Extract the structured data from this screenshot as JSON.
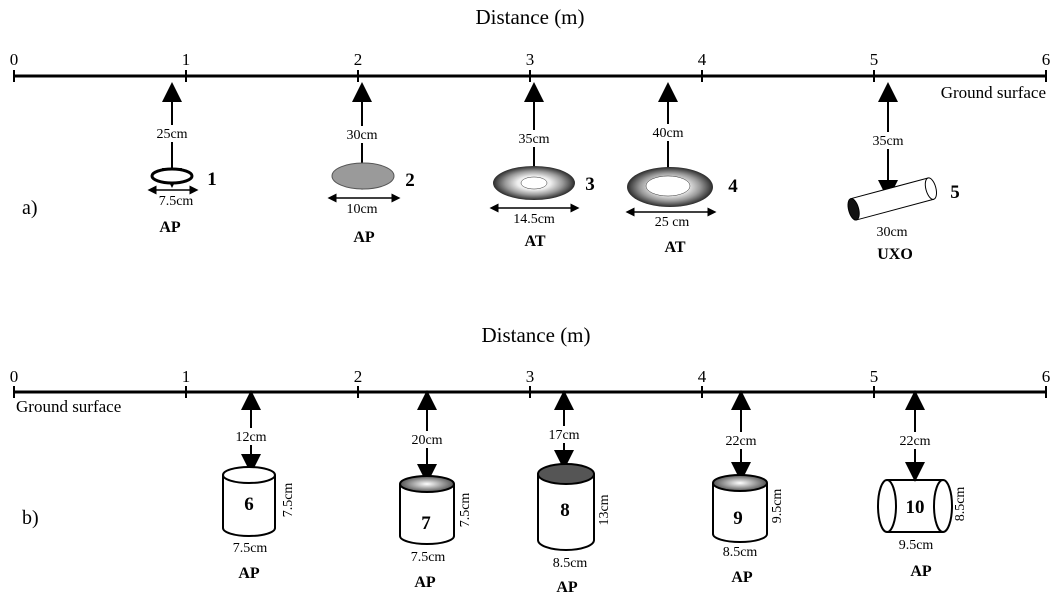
{
  "panels": [
    {
      "label": "a)",
      "title": "Distance (m)",
      "ticks": [
        "0",
        "1",
        "2",
        "3",
        "4",
        "5",
        "6"
      ],
      "ground_label": "Ground surface",
      "objects": [
        {
          "id": "1",
          "depth": "25cm",
          "size": "7.5cm",
          "type": "AP",
          "shape": "ring-small"
        },
        {
          "id": "2",
          "depth": "30cm",
          "size": "10cm",
          "type": "AP",
          "shape": "disc"
        },
        {
          "id": "3",
          "depth": "35cm",
          "size": "14.5cm",
          "type": "AT",
          "shape": "ring"
        },
        {
          "id": "4",
          "depth": "40cm",
          "size": "25 cm",
          "type": "AT",
          "shape": "ring"
        },
        {
          "id": "5",
          "depth": "35cm",
          "size": "30cm",
          "type": "UXO",
          "shape": "tilted-cylinder"
        }
      ]
    },
    {
      "label": "b)",
      "title": "Distance (m)",
      "ticks": [
        "0",
        "1",
        "2",
        "3",
        "4",
        "5",
        "6"
      ],
      "ground_label": "Ground surface",
      "objects": [
        {
          "id": "6",
          "depth": "12cm",
          "width": "7.5cm",
          "height": "7.5cm",
          "type": "AP"
        },
        {
          "id": "7",
          "depth": "20cm",
          "width": "7.5cm",
          "height": "7.5cm",
          "type": "AP"
        },
        {
          "id": "8",
          "depth": "17cm",
          "width": "8.5cm",
          "height": "13cm",
          "type": "AP"
        },
        {
          "id": "9",
          "depth": "22cm",
          "width": "8.5cm",
          "height": "9.5cm",
          "type": "AP"
        },
        {
          "id": "10",
          "depth": "22cm",
          "width": "9.5cm",
          "height": "8.5cm",
          "type": "AP"
        }
      ]
    }
  ],
  "icons": {
    "arrow": "double-arrow-icon",
    "mine": "mine-icon"
  }
}
